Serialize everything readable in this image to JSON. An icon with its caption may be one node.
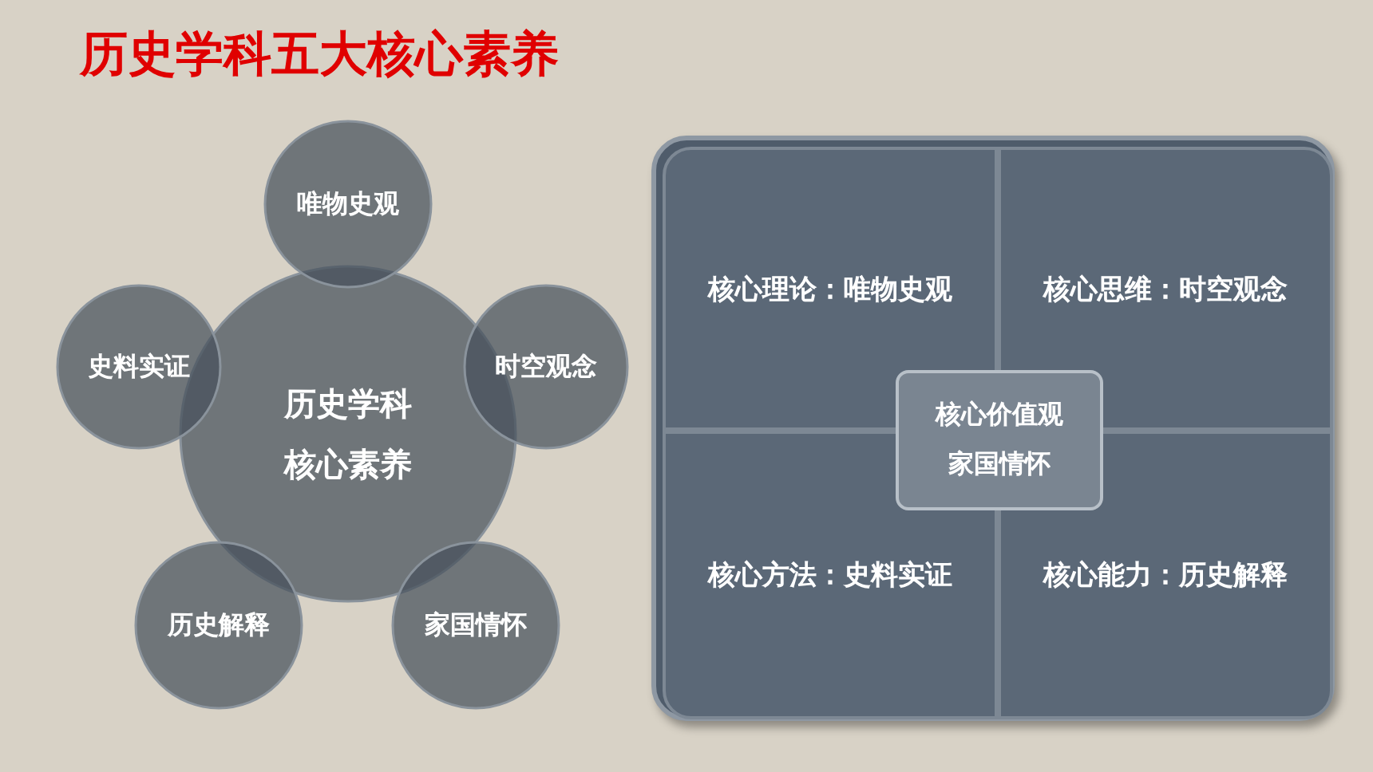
{
  "diagram": {
    "title": "历史学科五大核心素养",
    "nodes": [
      {
        "text": [
          "历史学科核心素养"
        ]
      },
      {
        "text": [
          "唯物史观"
        ]
      },
      {
        "text": [
          "时空观念"
        ]
      },
      {
        "text": [
          "家国情怀"
        ]
      },
      {
        "text": [
          "历史解释"
        ]
      },
      {
        "text": [
          "史料实证"
        ]
      },
      {
        "text": [],
        "shape": "box"
      },
      {
        "text": [
          "核心理论：唯物史观"
        ],
        "in": 6
      },
      {
        "text": [
          "核心思维：时空观念"
        ],
        "in": 6
      },
      {
        "text": [
          "核心方法：史料实证"
        ],
        "in": 6
      },
      {
        "text": [
          "核心能力：历史解释"
        ],
        "in": 6
      },
      {
        "text": [
          "核心价值观",
          "家国情怀"
        ],
        "in": 6
      }
    ],
    "edges": []
  }
}
